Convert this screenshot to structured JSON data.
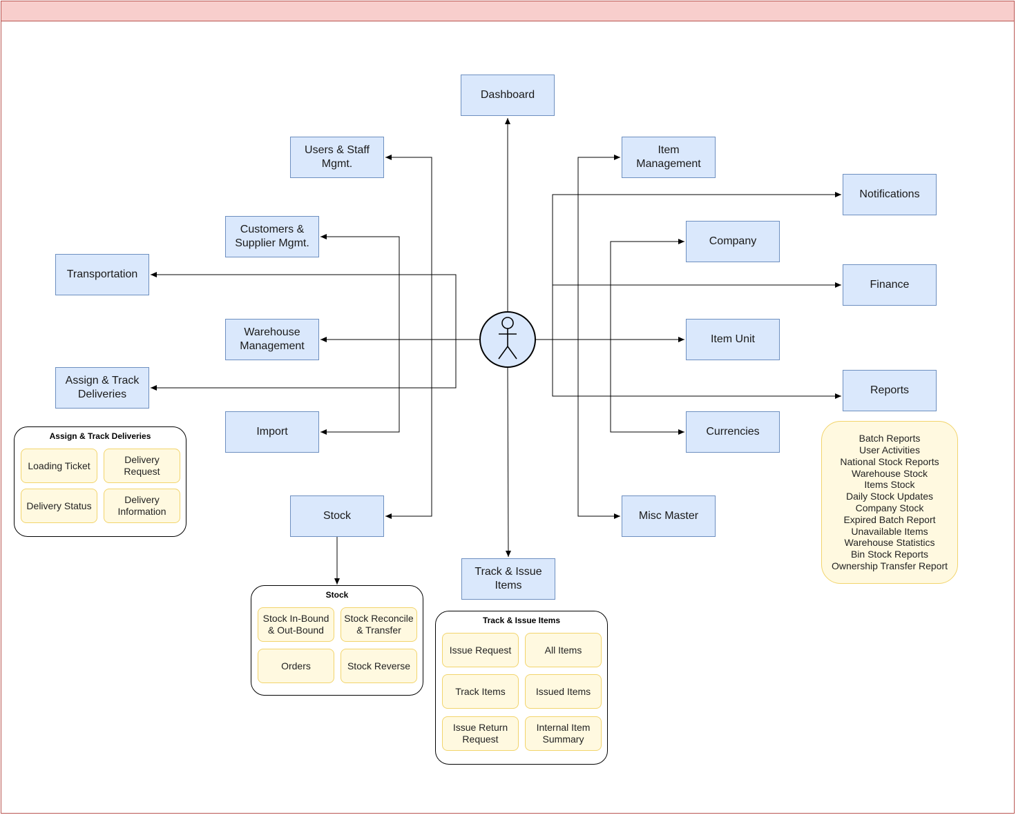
{
  "nodes": {
    "dashboard": "Dashboard",
    "users_staff_line1": "Users & Staff",
    "users_staff_line2": "Mgmt.",
    "customers_line1": "Customers &",
    "customers_line2": "Supplier Mgmt.",
    "transportation": "Transportation",
    "warehouse_line1": "Warehouse",
    "warehouse_line2": "Management",
    "assign_line1": "Assign & Track",
    "assign_line2": "Deliveries",
    "import": "Import",
    "stock": "Stock",
    "track_issue_line1": "Track & Issue",
    "track_issue_line2": "Items",
    "item_management": "Item Management",
    "notifications": "Notifications",
    "company": "Company",
    "finance": "Finance",
    "item_unit": "Item Unit",
    "reports": "Reports",
    "currencies": "Currencies",
    "misc_master": "Misc Master"
  },
  "groups": {
    "assign": {
      "title": "Assign & Track Deliveries",
      "items": [
        "Loading Ticket",
        "Delivery Request",
        "Delivery Status",
        "Delivery Information"
      ]
    },
    "stock": {
      "title": "Stock",
      "items": [
        "Stock In-Bound & Out-Bound",
        "Stock Reconcile & Transfer",
        "Orders",
        "Stock Reverse"
      ]
    },
    "track": {
      "title": "Track & Issue Items",
      "items": [
        "Issue Request",
        "All Items",
        "Track Items",
        "Issued Items",
        "Issue Return Request",
        "Internal Item Summary"
      ]
    }
  },
  "reports_list": [
    "Batch Reports",
    "User Activities",
    "National Stock Reports",
    "Warehouse Stock",
    "Items Stock",
    "Daily Stock Updates",
    "Company Stock",
    "Expired Batch Report",
    "Unavailable Items",
    "Warehouse Statistics",
    "Bin Stock Reports",
    "Ownership Transfer Report"
  ],
  "colors": {
    "node_fill": "#dae8fc",
    "node_border": "#6c8ebf",
    "chip_fill": "#fff9e0",
    "chip_border": "#f2d46b",
    "header_fill": "#f8cecc",
    "header_border": "#b85450"
  }
}
